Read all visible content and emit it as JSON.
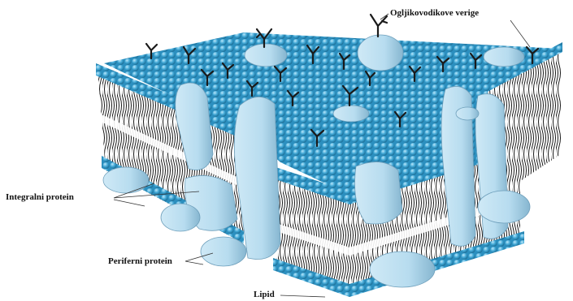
{
  "labels": {
    "carbohydrate_chains": "Ogljikovodikove verige",
    "integral_protein": "Integralni protein",
    "peripheral_protein": "Periferni protein",
    "lipid": "Lipid"
  },
  "colors": {
    "lipid_head": "#3fa6d4",
    "lipid_head_highlight": "#8fd3f0",
    "protein_fill": "#b7dcef",
    "protein_shadow": "#8ab9d3",
    "tail": "#1a1a1a",
    "carbohydrate": "#1a1a1a",
    "leader_line": "#333333"
  }
}
